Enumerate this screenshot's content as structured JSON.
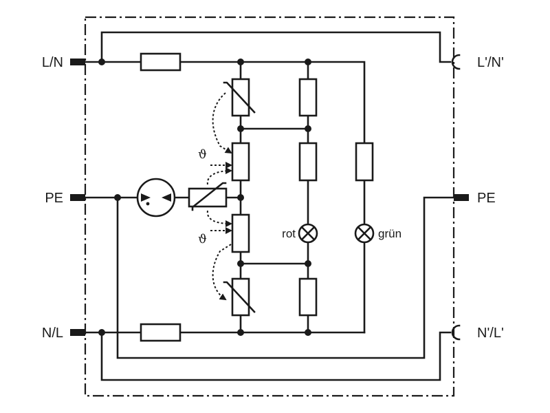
{
  "terminals": {
    "left_top": "L/N",
    "left_mid": "PE",
    "left_bottom": "N/L",
    "right_top": "L'/N'",
    "right_mid": "PE",
    "right_bottom": "N'/L'"
  },
  "lamps": {
    "red": "rot",
    "green": "grün"
  },
  "thermal_symbol": "ϑ",
  "icons": {
    "fuse": "fuse-icon",
    "varistor": "varistor-icon",
    "gas_discharge_tube": "spark-gap-icon",
    "resistor": "resistor-icon",
    "lamp": "lamp-icon",
    "thermal_disconnect": "thermal-link-icon"
  }
}
